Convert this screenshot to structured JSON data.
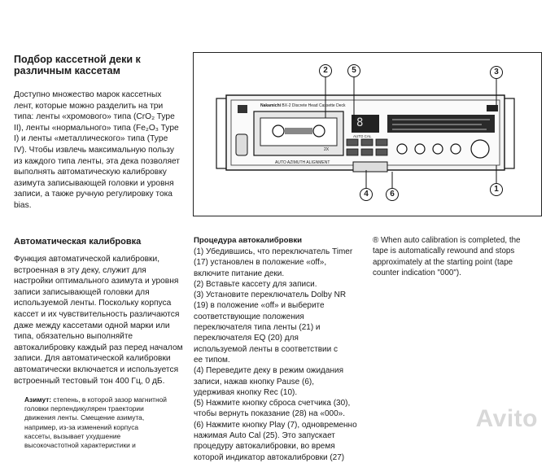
{
  "left": {
    "heading": "Подбор кассетной деки к\nразличным кассетам",
    "para1": "Доступно множество марок кассетных\nлент, которые можно разделить на три\nтипа: ленты «хромового» типа (CrO₂ Type\nII), ленты «нормального» типа (Fe₂O₃ Type\nI) и ленты «металлического» типа (Type\nIV). Чтобы извлечь максимальную пользу\nиз каждого типа ленты, эта дека позволяет\nвыполнять автоматическую калибровку\nазимута записывающей головки и уровня\nзаписи, а также ручную регулировку тока\nbias.",
    "heading2": "Автоматическая калибровка",
    "para2": "Функция автоматической калибровки,\nвстроенная в эту деку, служит для\nнастройки оптимального азимута и уровня\nзаписи записывающей головки для\nиспользуемой ленты. Поскольку корпуса\nкассет и их чувствительность различаются\nдаже между кассетами одной марки или\nтипа, обязательно выполняйте\nавтокалибровку каждый раз перед началом\nзаписи. Для автоматической калибровки\nавтоматически включается и используется\nвстроенный тестовый тон 400 Гц, 0 дБ.",
    "note_term": "Азимут:",
    "note_text": " степень, в которой зазор магнитной\nголовки перпендикулярен траектории\nдвижения ленты. Смещение азимута,\nнапример, из-за изменений корпуса\nкассеты, вызывает ухудшение\nвысокочастотной характеристики и"
  },
  "procedure": {
    "heading": "Процедура автокалибровки",
    "steps": [
      "(1) Убедившись, что переключатель Timer\n     (17) установлен в положение «off»,\n     включите питание деки.",
      "(2) Вставьте кассету для записи.",
      "(3) Установите переключатель Dolby NR\n     (19) в положение «off» и выберите\n     соответствующие положения\n     переключателя типа ленты (21) и\n     переключателя EQ (20) для\n     используемой ленты в соответствии с\n     ее типом.",
      "(4) Переведите деку в режим ожидания\n     записи, нажав кнопку Pause (6),\n     удерживая кнопку Rec (10).",
      "(5) Нажмите кнопку сброса счетчика (30),\n     чтобы вернуть показание (28) на «000».",
      "(6) Нажмите кнопку Play (7), одновременно\n     нажимая Auto Cal (25). Это запускает\n     процедуру автокалибровки, во время\n     которой индикатор автокалибровки (27)"
    ]
  },
  "right_note": "® When auto calibration is completed, the\n    tape is automatically rewound and stops\n    approximately at the starting point (tape\n    counter indication \"000\").",
  "figure": {
    "callouts": [
      "2",
      "5",
      "3",
      "1",
      "4",
      "6"
    ],
    "deck_brand": "Nakamichi",
    "deck_model": "BX-2 Discrete Head Cassette Deck",
    "azimuth_label": "AUTO AZIMUTH ALIGNMENT",
    "counter": "8",
    "auto_cal": "AUTO CAL",
    "tape_label": "2X"
  },
  "watermark": "Avito"
}
